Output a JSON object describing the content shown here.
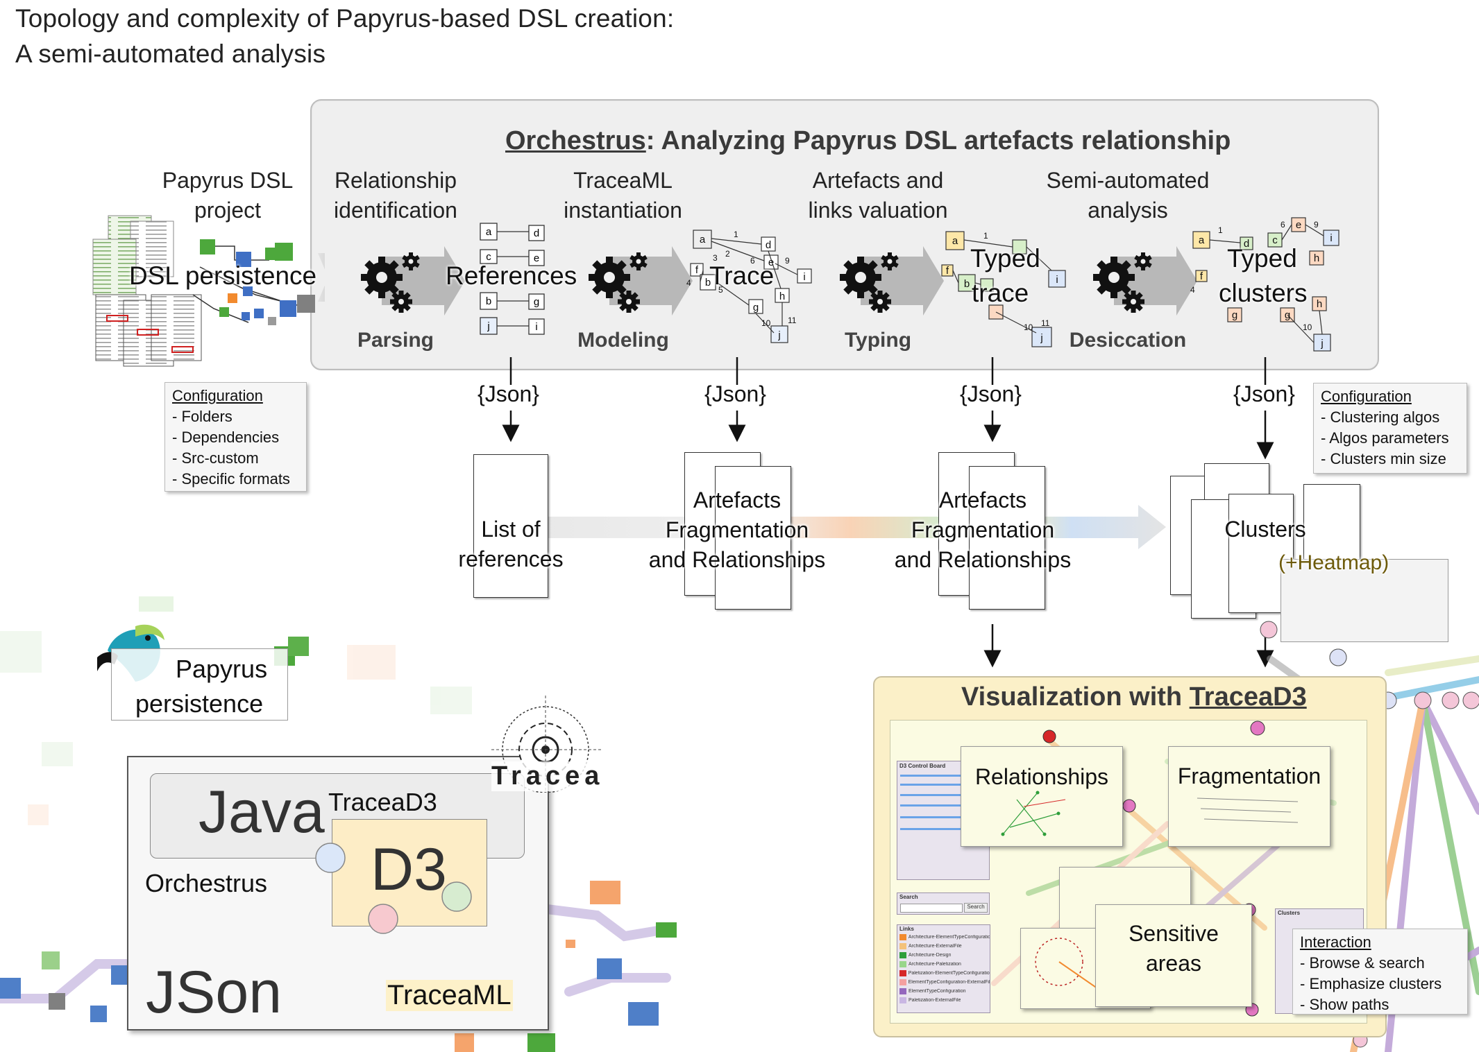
{
  "title": {
    "line1": "Topology and complexity of Papyrus-based DSL creation:",
    "line2": "A semi-automated analysis"
  },
  "orchestrus": {
    "title_name": "Orchestrus",
    "title_rest": ": Analyzing Papyrus DSL artefacts relationship"
  },
  "input": {
    "label_line1": "Papyrus DSL",
    "label_line2": "project",
    "persistence": "DSL persistence"
  },
  "stages": [
    {
      "line1": "Relationship",
      "line2": "identification",
      "phase": "Parsing"
    },
    {
      "line1": "TraceaML",
      "line2": "instantiation",
      "phase": "Modeling"
    },
    {
      "line1": "Artefacts and",
      "line2": "links valuation",
      "phase": "Typing"
    },
    {
      "line1": "Semi-automated",
      "line2": "analysis",
      "phase": "Desiccation"
    }
  ],
  "outputs_inline": {
    "references": "References",
    "trace": "Trace",
    "typed_trace_1": "Typed",
    "typed_trace_2": "trace",
    "typed_clusters_1": "Typed",
    "typed_clusters_2": "clusters"
  },
  "graph_nodes": {
    "a": "a",
    "b": "b",
    "c": "c",
    "d": "d",
    "e": "e",
    "f": "f",
    "g": "g",
    "h": "h",
    "i": "i",
    "j": "j",
    "n1": "1",
    "n2": "2",
    "n3": "3",
    "n4": "4",
    "n5": "5",
    "n6": "6",
    "n9": "9",
    "n10": "10",
    "n11": "11"
  },
  "json_label": "{Json}",
  "config_left": {
    "heading": "Configuration",
    "items": [
      "- Folders",
      "- Dependencies",
      "- Src-custom",
      "- Specific formats"
    ]
  },
  "config_right": {
    "heading": "Configuration",
    "items": [
      "- Clustering algos",
      "- Algos parameters",
      "- Clusters min size"
    ]
  },
  "results": {
    "list_line1": "List of",
    "list_line2": "references",
    "frag_line1": "Artefacts",
    "frag_line2": "Fragmentation",
    "frag_line3": "and Relationships",
    "clusters": "Clusters",
    "heatmap": "(+Heatmap)"
  },
  "visualization": {
    "title_prefix": "Visualization with ",
    "title_name": "TraceaD3",
    "card_relationships": "Relationships",
    "card_fragmentation": "Fragmentation",
    "card_sensitive_1": "Sensitive",
    "card_sensitive_2": "areas",
    "control_board": "D3 Control Board",
    "search": "Search",
    "search_button": "Search",
    "links_heading": "Links",
    "clusters_heading": "Clusters",
    "links": [
      "Architecture-ElementTypeConfiguratio",
      "Architecture-ExternalFile",
      "Architecture-Design",
      "Architecture-Paletization",
      "Paletization-ElementTypeConfiguration",
      "ElementTypeConfiguration-ExternalFile",
      "ElementTypeConfiguration",
      "Paletization-ExternalFile"
    ],
    "link_colors": [
      "#f28a2e",
      "#f4c27a",
      "#2e9e3a",
      "#98d68a",
      "#d62728",
      "#f4a0a0",
      "#9467bd",
      "#c9b6e3"
    ],
    "interaction": {
      "heading": "Interaction",
      "items": [
        "- Browse & search",
        "- Emphasize clusters",
        "- Show paths"
      ]
    }
  },
  "tech": {
    "papyrus_line1": "Papyrus",
    "papyrus_line2": "persistence",
    "java": "Java",
    "traceaD3": "TraceaD3",
    "d3": "D3",
    "orchestrus": "Orchestrus",
    "json": "JSon",
    "traceaml": "TraceaML",
    "tracea_logo": "Tracea"
  },
  "colors": {
    "panel_grey": "#efefef",
    "viz_yellow": "#fbf0c8",
    "d3_box": "#fdedc6",
    "node_blue": "#3f6fc4",
    "node_green": "#4da83c"
  }
}
